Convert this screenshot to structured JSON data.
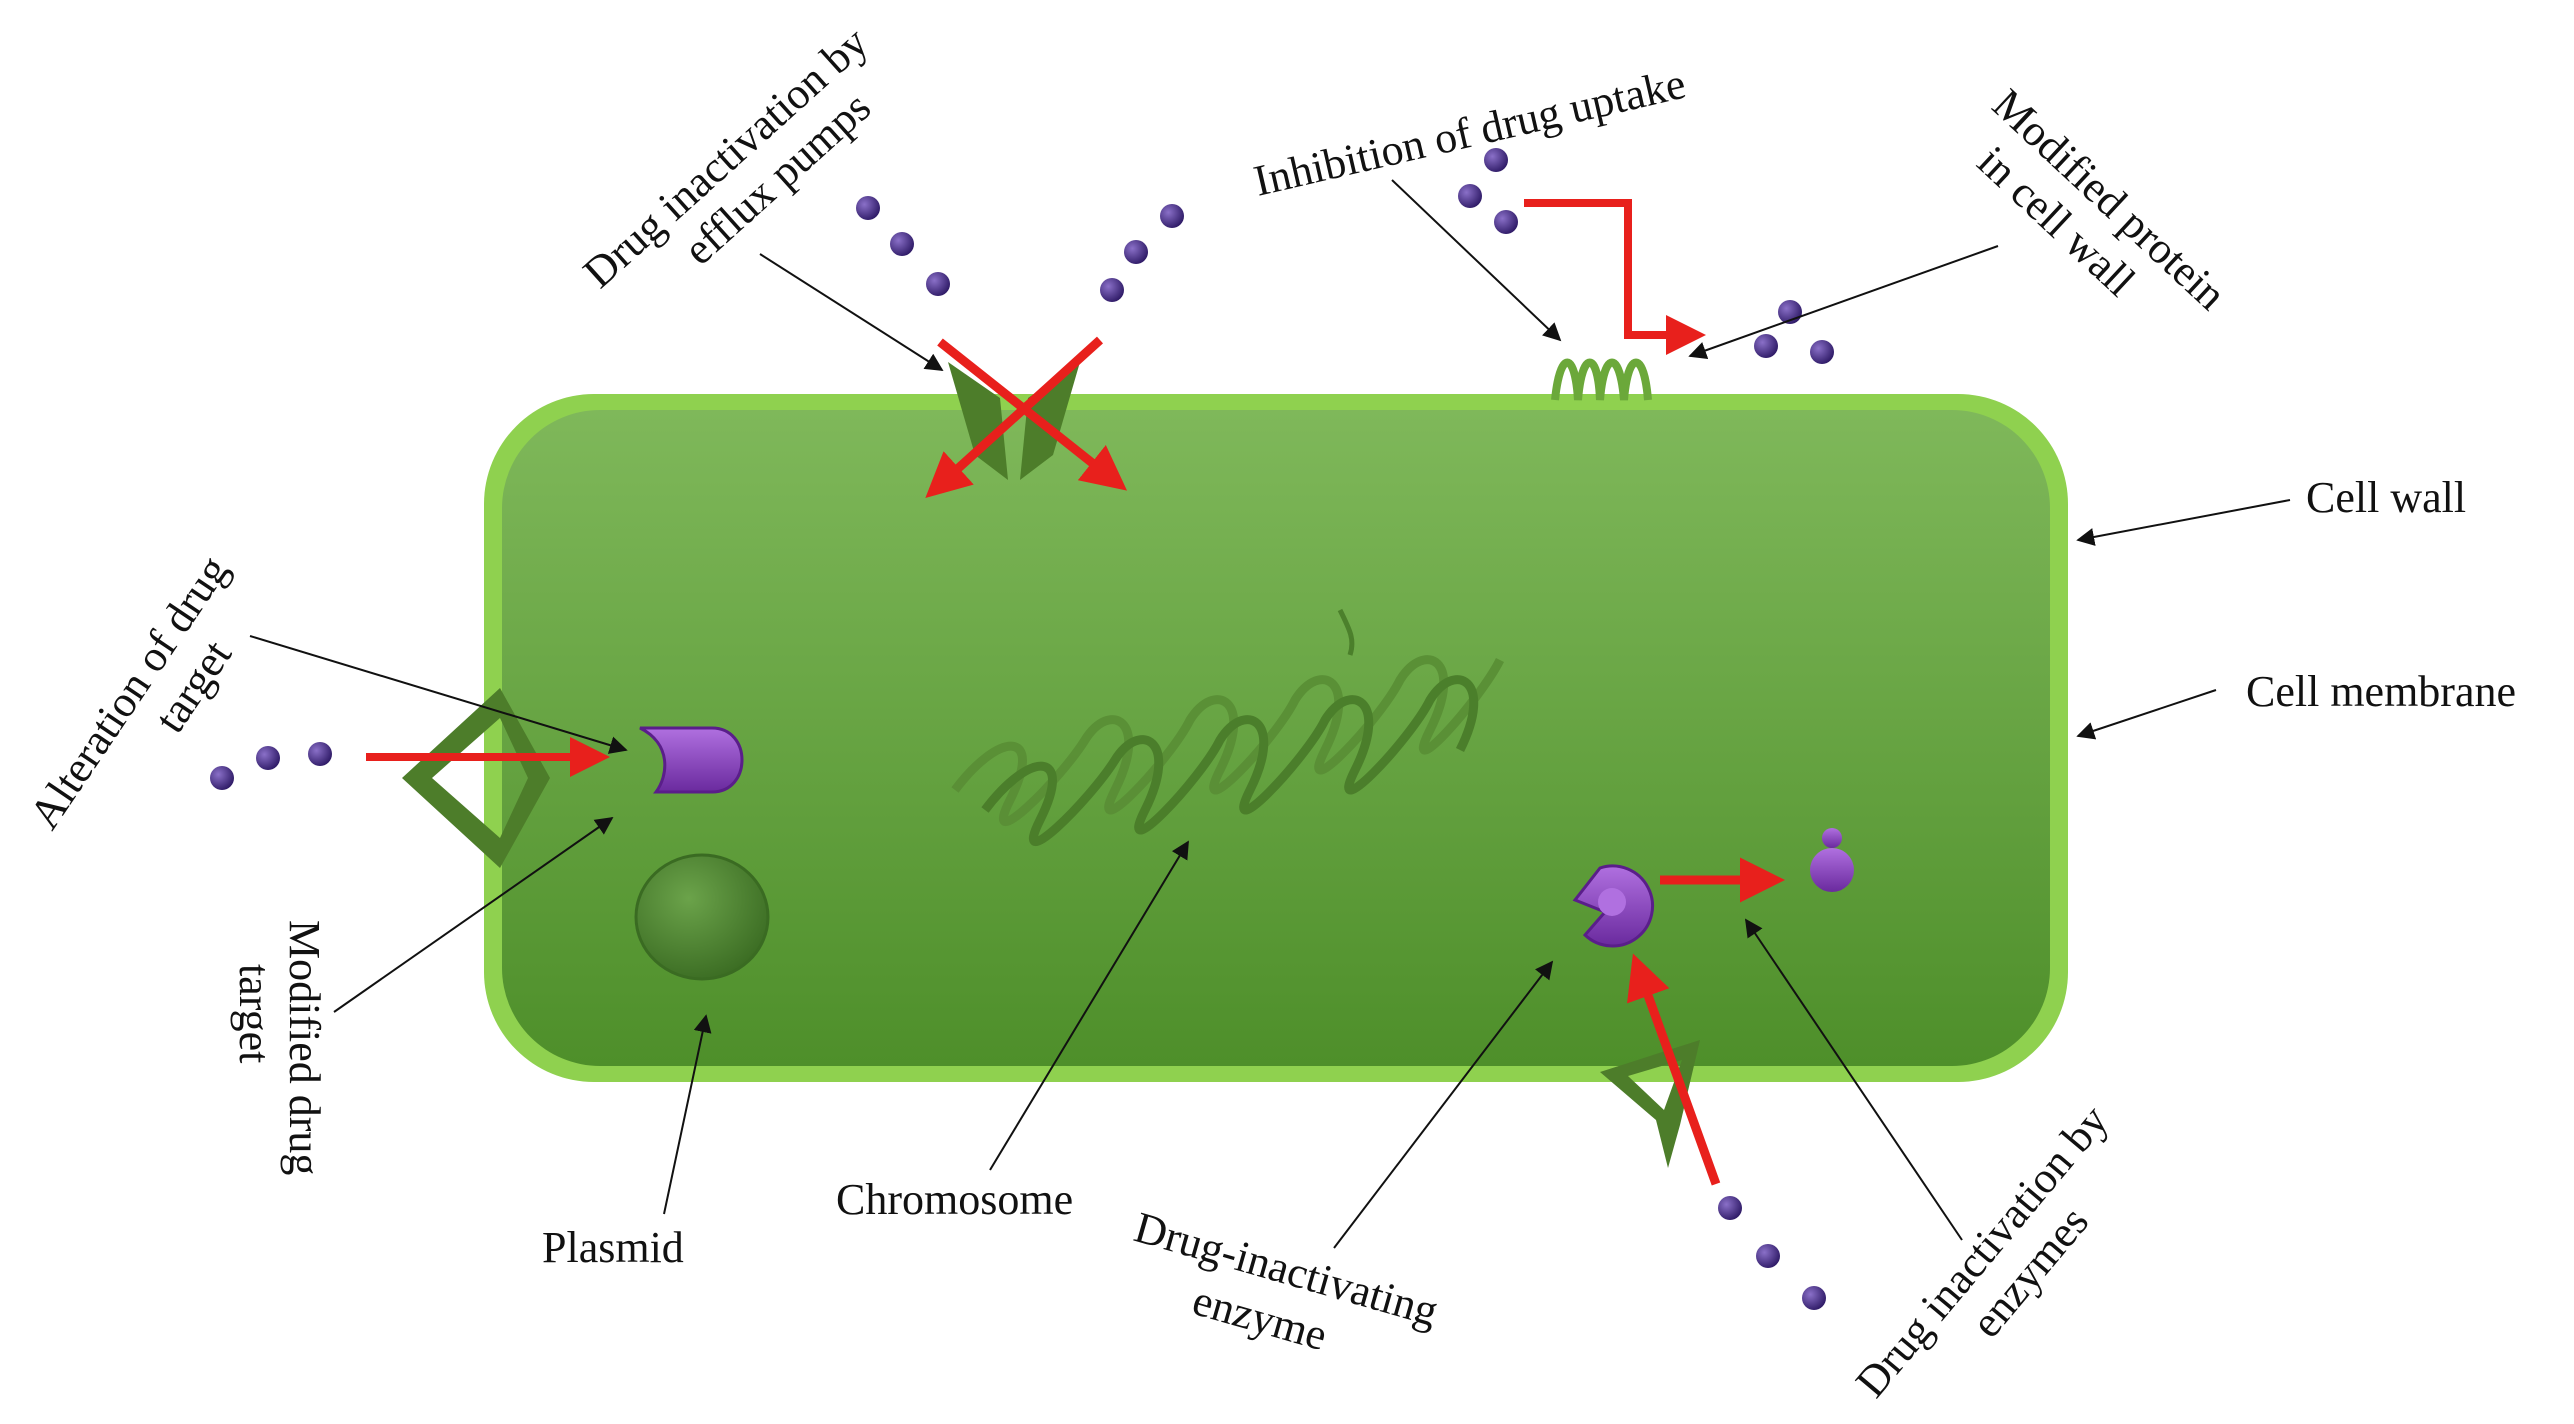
{
  "labels": {
    "efflux_line1": "Drug inactivation by",
    "efflux_line2": "efflux pumps",
    "uptake": "Inhibition of drug uptake",
    "modified_protein_line1": "Modified protein",
    "modified_protein_line2": "in cell wall",
    "cell_wall": "Cell wall",
    "cell_membrane": "Cell membrane",
    "alteration_line1": "Alteration of drug",
    "alteration_line2": "target",
    "modified_target_line1": "Modified drug",
    "modified_target_line2": "target",
    "plasmid": "Plasmid",
    "chromosome": "Chromosome",
    "enzyme_line1": "Drug-inactivating",
    "enzyme_line2": "enzyme",
    "inactivation_enzymes_line1": "Drug inactivation by",
    "inactivation_enzymes_line2": "enzymes"
  },
  "colors": {
    "cell_fill": "#62a63a",
    "cell_wall": "#8fd14f",
    "protein": "#4d7d2a",
    "drug": "#4a2f8a",
    "target": "#8e3fc4",
    "arrow_red": "#e8201c",
    "pointer": "#111111"
  }
}
